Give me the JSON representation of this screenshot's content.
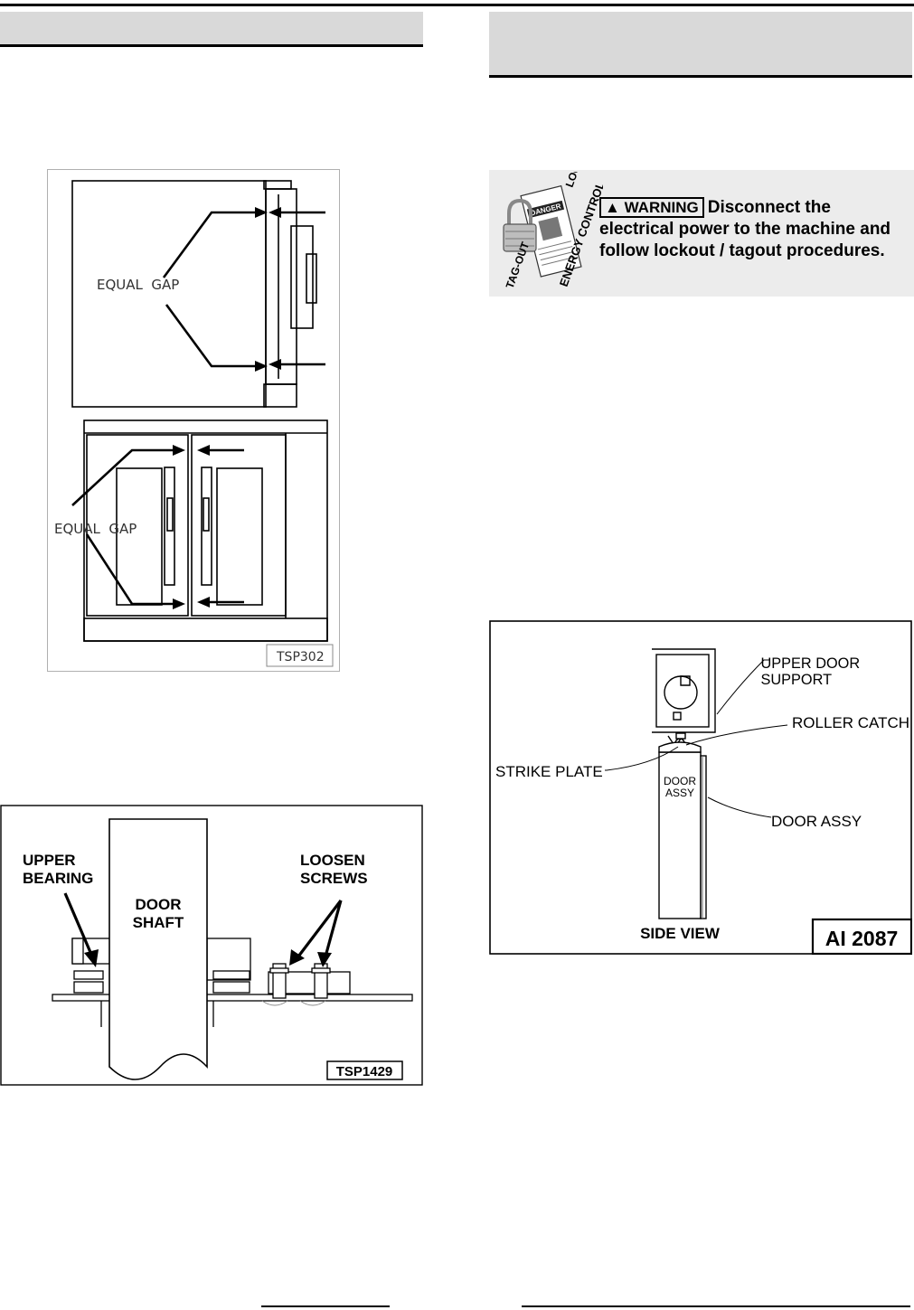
{
  "figures": {
    "fig1": {
      "label_top": "EQUAL  GAP",
      "label_bottom": "EQUAL  GAP",
      "tag": "TSP302"
    },
    "fig2": {
      "upper_bearing_line1": "UPPER",
      "upper_bearing_line2": "BEARING",
      "door_shaft_line1": "DOOR",
      "door_shaft_line2": "SHAFT",
      "loosen_screws_line1": "LOOSEN",
      "loosen_screws_line2": "SCREWS",
      "tag": "TSP1429"
    },
    "fig3": {
      "upper_door_support_line1": "UPPER DOOR",
      "upper_door_support_line2": "SUPPORT",
      "roller_catch": "ROLLER CATCH",
      "strike_plate": "STRIKE PLATE",
      "door_assy_inner_line1": "DOOR",
      "door_assy_inner_line2": "ASSY",
      "door_assy": "DOOR ASSY",
      "side_view": "SIDE VIEW",
      "tag": "AI 2087"
    }
  },
  "warning": {
    "badge": "WARNING",
    "line1": "Disconnect the",
    "line2": "electrical power to the machine and",
    "line3": "follow lockout / tagout procedures.",
    "tag_lock_out": "LOCK-OUT",
    "tag_tag_out": "TAG-OUT",
    "tag_energy_control": "ENERGY CONTROL",
    "tag_danger": "DANGER"
  }
}
